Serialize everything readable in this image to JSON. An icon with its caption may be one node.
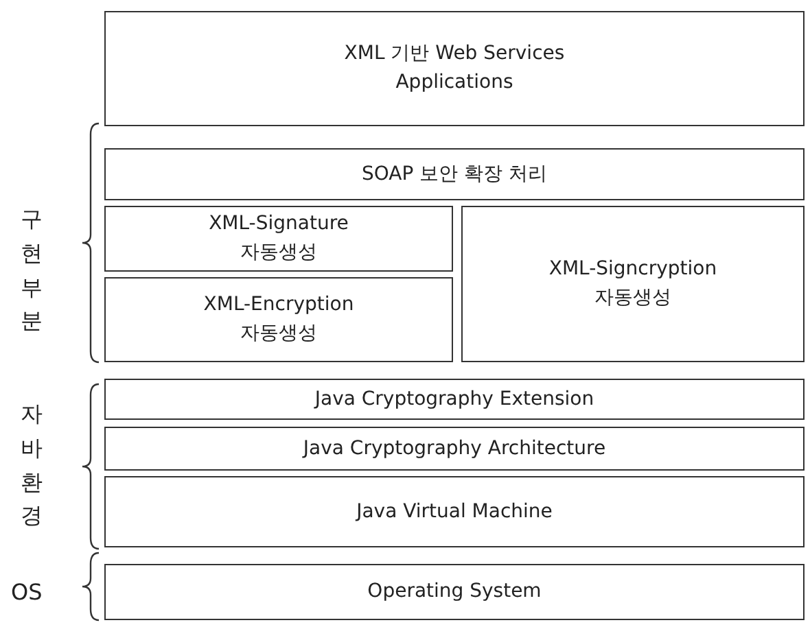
{
  "diagram": {
    "nodes": [
      {
        "text": [
          "XML 기반 Web Services Applications"
        ]
      },
      {
        "text": [
          "SOAP 보안 확장 처리"
        ]
      },
      {
        "text": [
          "XML-Signature 자동생성"
        ]
      },
      {
        "text": [
          "XML-Encryption 자동생성"
        ]
      },
      {
        "text": [
          "XML-Signcryption 자동생성"
        ]
      },
      {
        "text": [
          "Java Cryptography Extension"
        ]
      },
      {
        "text": [
          "Java Cryptography Architecture"
        ]
      },
      {
        "text": [
          "Java Virtual Machine"
        ]
      },
      {
        "text": [
          "Operating System"
        ]
      }
    ],
    "edges": [],
    "labels": [
      "구현부분",
      "자바환경",
      "OS"
    ]
  }
}
